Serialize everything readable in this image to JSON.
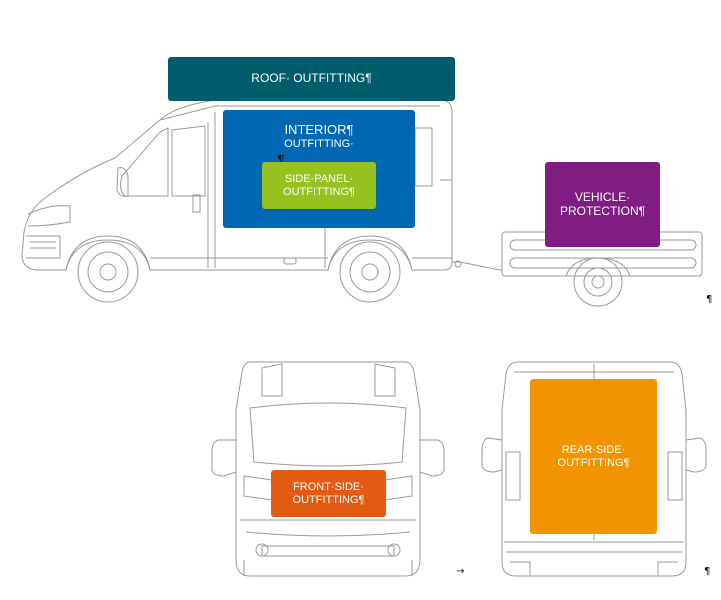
{
  "labels": {
    "roof": {
      "text": "ROOF· OUTFITTING¶",
      "color": "#005d6b"
    },
    "interior": {
      "line1": "INTERIOR¶",
      "line2": "OUTFITTING·",
      "color": "#0068b3"
    },
    "side_panel": {
      "text": "SIDE·PANEL·\nOUTFITTING¶",
      "color": "#97c11f"
    },
    "vehicle_protection": {
      "text": "VEHICLE·\nPROTECTION¶",
      "color": "#7f1d83"
    },
    "front_side": {
      "text": "FRONT·SIDE·\nOUTFITTING¶",
      "color": "#e35b12"
    },
    "rear_side": {
      "text": "REAR·SIDE·\nOUTFITTING¶",
      "color": "#f29400"
    }
  },
  "marks": {
    "pilcrow": "¶",
    "tab_arrow": "→"
  },
  "line_color": "#9a9a9a"
}
